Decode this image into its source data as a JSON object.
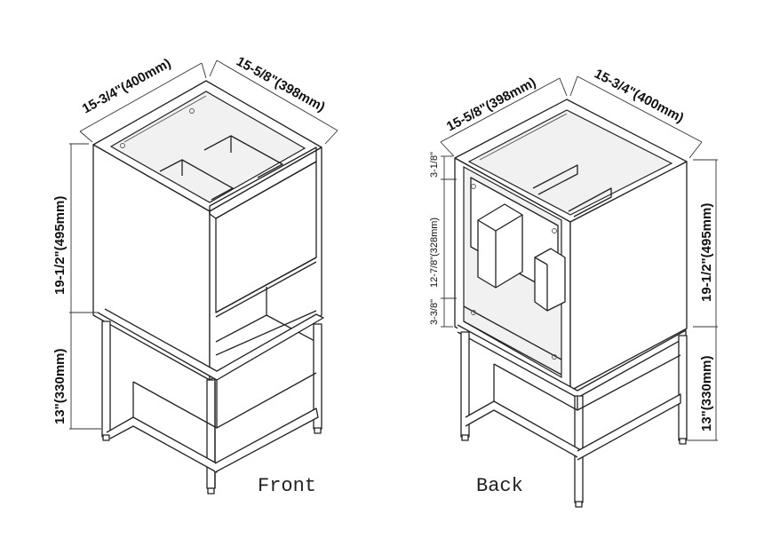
{
  "front": {
    "view_label": "Front",
    "width_label": "15-3/4\"(400mm)",
    "depth_label": "15-5/8\"(398mm)",
    "cabinet_height_label": "19-1/2\"(495mm)",
    "leg_height_label": "13\"(330mm)"
  },
  "back": {
    "view_label": "Back",
    "depth_label": "15-5/8\"(398mm)",
    "width_label": "15-3/4\"(400mm)",
    "cabinet_height_label": "19-1/2\"(495mm)",
    "leg_height_label": "13\"(330mm)",
    "top_gap_label": "3-1/8\"",
    "opening_label": "12-7/8\"(328mm)",
    "bottom_gap_label": "3-3/8\""
  },
  "colors": {
    "line": "#222222",
    "background": "#ffffff"
  }
}
